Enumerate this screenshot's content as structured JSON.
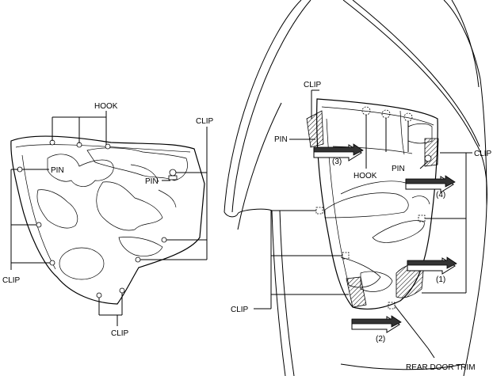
{
  "labels": {
    "hook_top": "HOOK",
    "clip_left_top": "CLIP",
    "pin_left": "PIN",
    "pin_left_mid": "PIN",
    "clip_left_side": "CLIP",
    "clip_left_bottom": "CLIP",
    "clip_right_top": "CLIP",
    "pin_right_left": "PIN",
    "hook_right": "HOOK",
    "pin_right_mid": "PIN",
    "clip_right_side": "CLIP",
    "clip_right_bottom": "CLIP",
    "step_3": "(3)",
    "step_4": "(4)",
    "step_1": "(1)",
    "step_2": "(2)",
    "rear_door_trim": "REAR DOOR TRIM"
  }
}
